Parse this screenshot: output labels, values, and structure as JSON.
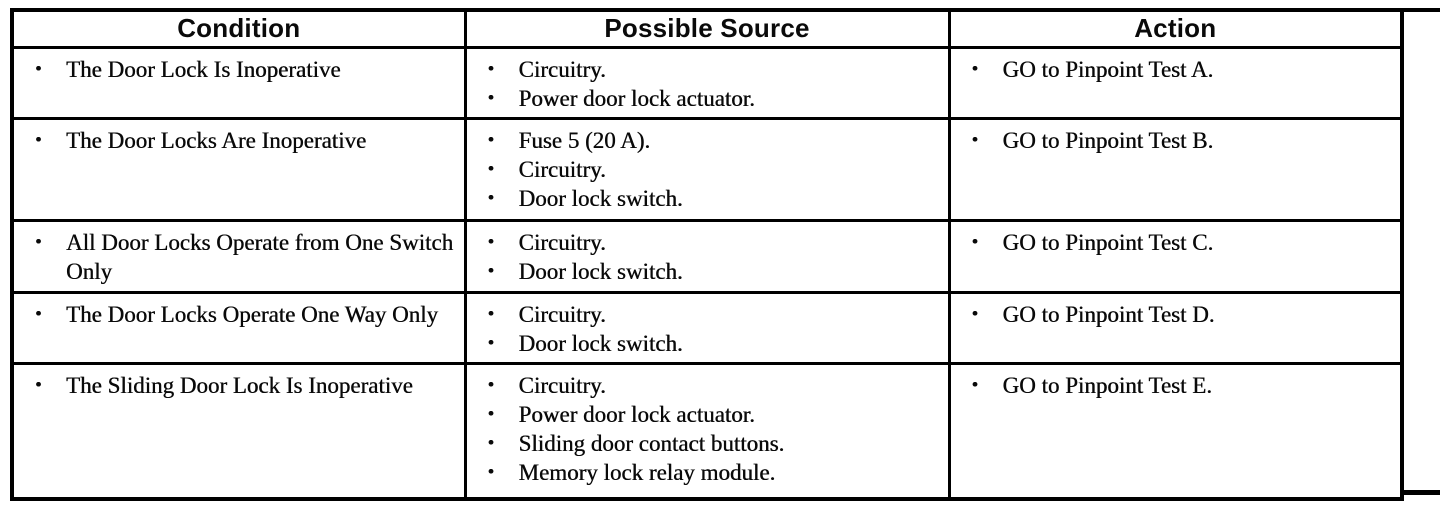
{
  "icons": {
    "bullet": "•"
  },
  "table": {
    "headers": [
      "Condition",
      "Possible Source",
      "Action"
    ],
    "rows": [
      {
        "condition": [
          "The Door Lock Is Inoperative"
        ],
        "sources": [
          "Circuitry.",
          "Power door lock actuator."
        ],
        "actions": [
          "GO to Pinpoint Test A."
        ]
      },
      {
        "condition": [
          "The Door Locks Are Inoperative"
        ],
        "sources": [
          "Fuse 5 (20 A).",
          "Circuitry.",
          "Door lock switch."
        ],
        "actions": [
          "GO to Pinpoint Test B."
        ]
      },
      {
        "condition": [
          "All Door Locks Operate from One Switch Only"
        ],
        "sources": [
          "Circuitry.",
          "Door lock switch."
        ],
        "actions": [
          "GO to Pinpoint Test C."
        ]
      },
      {
        "condition": [
          "The Door Locks Operate One Way Only"
        ],
        "sources": [
          "Circuitry.",
          "Door lock switch."
        ],
        "actions": [
          "GO to Pinpoint Test D."
        ]
      },
      {
        "condition": [
          "The Sliding Door Lock Is Inoperative"
        ],
        "sources": [
          "Circuitry.",
          "Power door lock actuator.",
          "Sliding door contact buttons.",
          "Memory lock relay module."
        ],
        "actions": [
          "GO to Pinpoint Test E."
        ]
      }
    ]
  }
}
